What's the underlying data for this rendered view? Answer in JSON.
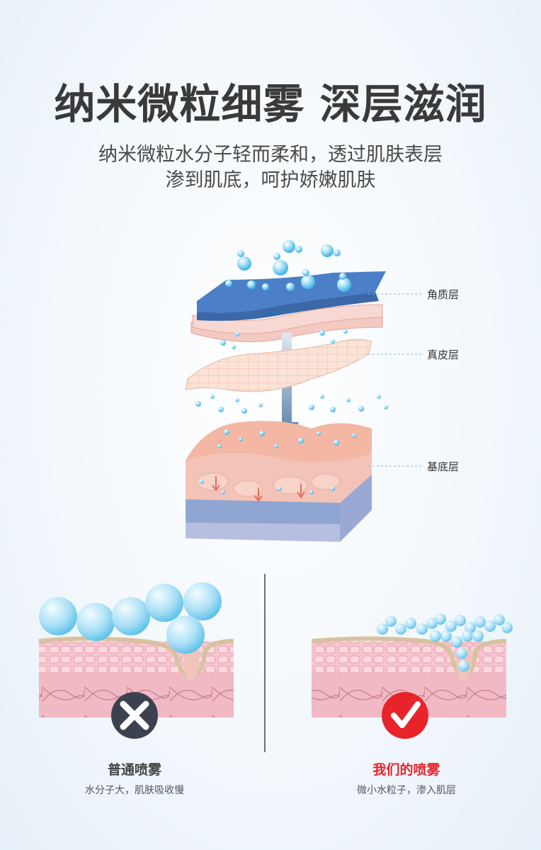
{
  "header": {
    "title": "纳米微粒细雾 深层滋润",
    "subtitle_line1": "纳米微粒水分子轻而柔和，透过肌肤表层",
    "subtitle_line2": "渗到肌底，呵护娇嫩肌肤"
  },
  "diagram": {
    "labels": [
      "角质层",
      "真皮层",
      "基底层"
    ]
  },
  "comparison": {
    "left": {
      "title": "普通喷雾",
      "subtitle": "水分子大，肌肤吸收慢",
      "mark": "x-icon",
      "title_color": "#444444"
    },
    "right": {
      "title": "我们的喷雾",
      "subtitle": "微小水粒子，渗入肌层",
      "mark": "check-icon",
      "title_color": "#e8242a"
    }
  },
  "colors": {
    "bubble": "#5fc3ec",
    "error_dark": "#3c4150",
    "success_red": "#e8242a",
    "skin_pink": "#f1b6bf"
  }
}
